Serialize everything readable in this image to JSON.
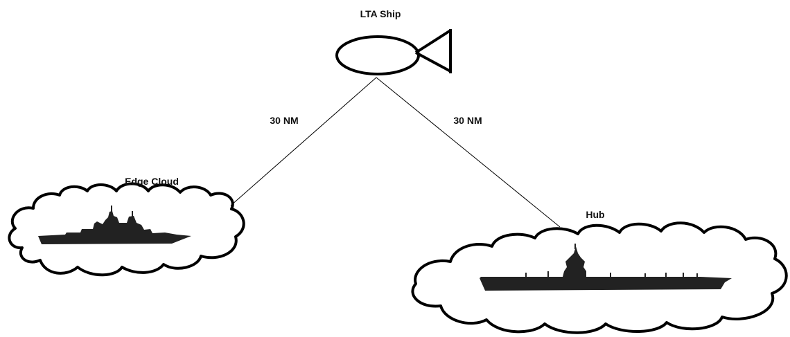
{
  "nodes": {
    "lta_ship": {
      "label": "LTA Ship",
      "icon": "blimp-icon"
    },
    "edge_cloud": {
      "label": "Edge Cloud",
      "icon": "cruiser-warship-icon"
    },
    "hub": {
      "label": "Hub",
      "icon": "aircraft-carrier-icon"
    }
  },
  "links": [
    {
      "from": "lta_ship",
      "to": "edge_cloud",
      "label": "30 NM"
    },
    {
      "from": "lta_ship",
      "to": "hub",
      "label": "30 NM"
    }
  ],
  "colors": {
    "stroke": "#000000",
    "ship_fill": "#222222",
    "background": "#ffffff"
  }
}
